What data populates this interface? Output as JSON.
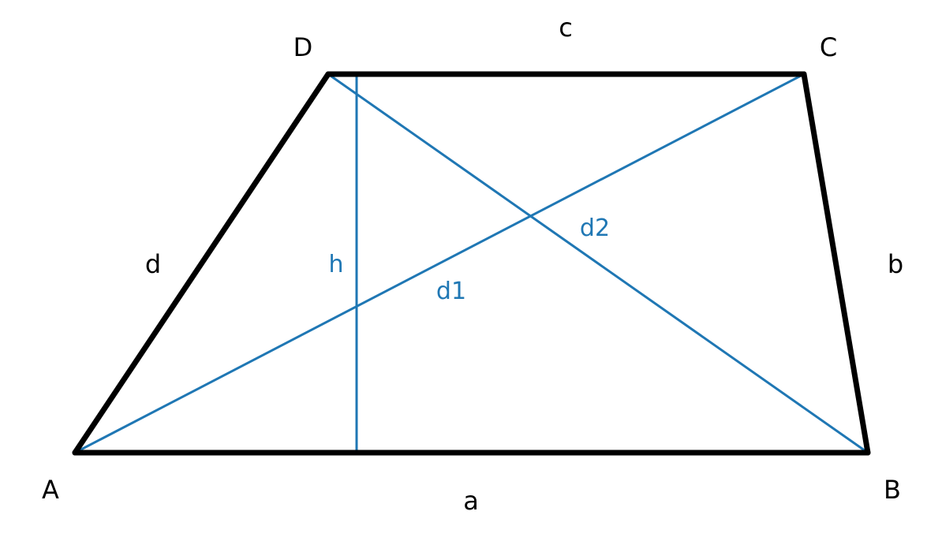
{
  "vertices": {
    "A": "A",
    "B": "B",
    "C": "C",
    "D": "D"
  },
  "sides": {
    "a": "a",
    "b": "b",
    "c": "c",
    "d": "d"
  },
  "auxiliary": {
    "height": "h",
    "diagonal1": "d1",
    "diagonal2": "d2"
  },
  "colors": {
    "sides": "#000000",
    "auxiliary": "#1f77b4"
  }
}
